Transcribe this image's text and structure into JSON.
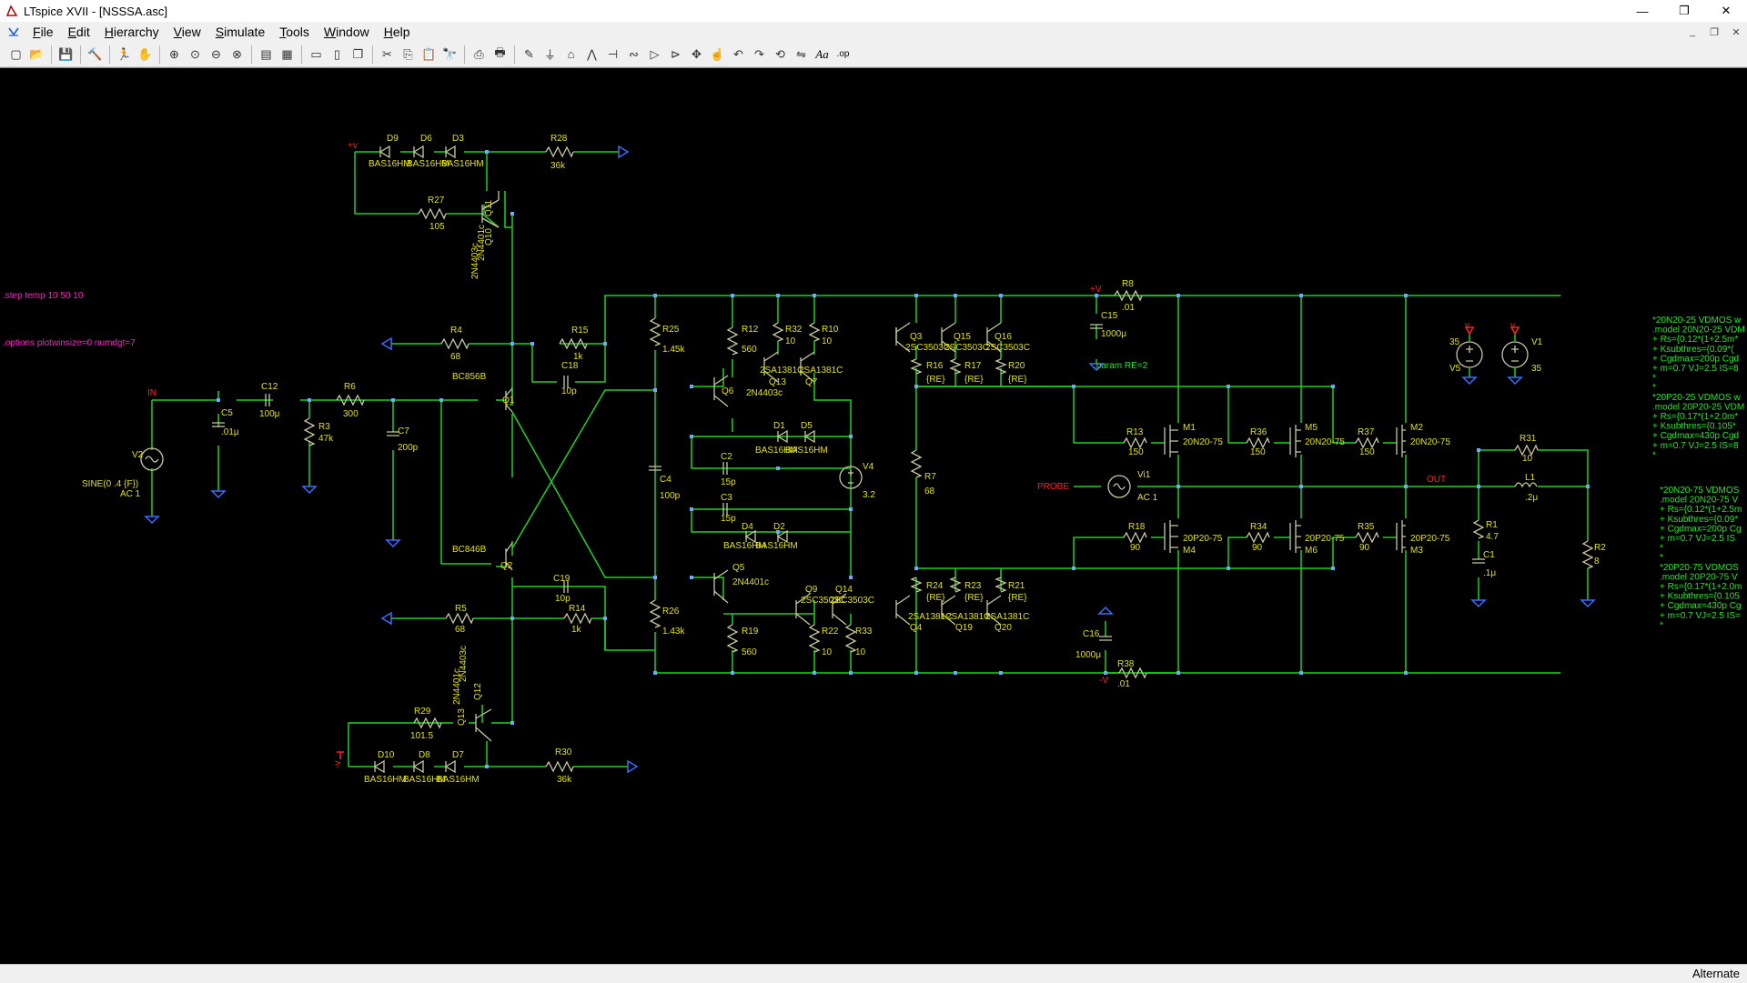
{
  "window": {
    "title": "LTspice XVII - [NSSSA.asc]",
    "minimize": "—",
    "maximize": "❐",
    "close": "✕",
    "mdi_min": "_",
    "mdi_restore": "❐",
    "mdi_close": "✕"
  },
  "menu": {
    "items": [
      {
        "label": "File",
        "u": "F"
      },
      {
        "label": "Edit",
        "u": "E"
      },
      {
        "label": "Hierarchy",
        "u": "H"
      },
      {
        "label": "View",
        "u": "V"
      },
      {
        "label": "Simulate",
        "u": "S"
      },
      {
        "label": "Tools",
        "u": "T"
      },
      {
        "label": "Window",
        "u": "W"
      },
      {
        "label": "Help",
        "u": "H"
      }
    ]
  },
  "toolbar": {
    "icons": [
      "new-icon",
      "open-icon",
      "|",
      "save-icon",
      "|",
      "control-panel-icon",
      "|",
      "run-icon",
      "halt-icon",
      "|",
      "zoom-in-icon",
      "zoom-full-icon",
      "zoom-out-icon",
      "zoom-fit-icon",
      "|",
      "autorange-icon",
      "fft-icon",
      "|",
      "tile-h-icon",
      "tile-v-icon",
      "cascade-icon",
      "|",
      "cut-icon",
      "copy-icon",
      "paste-icon",
      "find-icon",
      "|",
      "print-setup-icon",
      "print-icon",
      "|",
      "draw-wire-icon",
      "ground-icon",
      "label-net-icon",
      "resistor-icon",
      "capacitor-icon",
      "inductor-icon",
      "diode-icon",
      "component-icon",
      "move-icon",
      "drag-icon",
      "undo-icon",
      "redo-icon",
      "rotate-icon",
      "mirror-icon",
      "text-icon",
      "spice-directive-icon"
    ],
    "text_tool": "Aa",
    "directive_tool": ".op"
  },
  "schematic": {
    "directives": {
      "step": ".step temp 10 50 10",
      "options": ".options plotwinsize=0 numdgt=7",
      "param": ".param RE=2"
    },
    "model_text_1": [
      "*20N20-25 VDMOS w",
      ".model 20N20-25 VDM",
      "+ Rs={0.12*(1+2.5m*",
      "+ Ksubthres={0.09*(",
      "+ Cgdmax=200p Cgd",
      "+ m=0.7 VJ=2.5 IS=8",
      "*",
      "*",
      "*20P20-25 VDMOS w",
      ".model 20P20-25 VDM",
      "+ Rs={0.17*(1+2.0m*",
      "+ Ksubthres={0.105*",
      "+ Cgdmax=430p Cgd",
      "+ m=0.7 VJ=2.5 IS=8",
      "*"
    ],
    "model_text_2": [
      "*20N20-75 VDMOS",
      ".model 20N20-75 V",
      "+ Rs={0.12*(1+2.5m",
      "+ Ksubthres={0.09*",
      "+ Cgdmax=200p Cg",
      "+ m=0.7 VJ=2.5 IS",
      "*",
      "*",
      "*20P20-75 VDMOS",
      ".model 20P20-75 V",
      "+ Rs={0.17*(1+2.0m",
      "+ Ksubthres={0.105",
      "+ Cgdmax=430p Cg",
      "+ m=0.7 VJ=2.5 IS=",
      "*"
    ],
    "nets": {
      "in": "IN",
      "out": "OUT",
      "probe": "PROBE",
      "pv": "+v",
      "mv": "-v",
      "vs": "v",
      "pv2": "+V",
      "mv2": "-V"
    },
    "labels": {
      "D9": "D9",
      "D6": "D6",
      "D3": "D3",
      "bas": "BAS16HM",
      "R28": "R28",
      "R28v": "36k",
      "R27": "R27",
      "R27v": "105",
      "Q10": "Q10",
      "Q11": "Q11",
      "Q10m": "2N4403c",
      "Q11m": "2N4401c",
      "R4": "R4",
      "R4v": "68",
      "R15": "R15",
      "R15v": "1k",
      "C18": "C18",
      "C18v": "10p",
      "BC856B": "BC856B",
      "BC846B": "BC846B",
      "Q1": "Q1",
      "Q2": "Q2",
      "C12": "C12",
      "C12v": "100μ",
      "R6": "R6",
      "R6v": "300",
      "C5": "C5",
      "C5v": ".01μ",
      "R3": "R3",
      "R3v": "47k",
      "C7": "C7",
      "C7v": "200p",
      "V2": "V2",
      "V2v": "SINE(0 .4 {F})",
      "V2ac": "AC 1",
      "R5": "R5",
      "R5v": "68",
      "R14": "R14",
      "R14v": "1k",
      "C19": "C19",
      "C19v": "10p",
      "R29": "R29",
      "R29v": "101.5",
      "Q12": "Q12",
      "Q13": "Q13",
      "D10": "D10",
      "D8": "D8",
      "D7": "D7",
      "R30": "R30",
      "R30v": "36k",
      "R25": "R25",
      "R25v": "1.45k",
      "R12": "R12",
      "R12v": "560",
      "R32": "R32",
      "R32v": "10",
      "R10": "R10",
      "R10v": "10",
      "Q6": "Q6",
      "Q6m": "2N4403c",
      "Q7": "Q7",
      "Q13m": "2SA1381C",
      "D1": "D1",
      "D5": "D5",
      "C2": "C2",
      "C2v": "15p",
      "C4": "C4",
      "C4v": "100p",
      "C3": "C3",
      "C3v": "15p",
      "D4": "D4",
      "D2": "D2",
      "Q5": "Q5",
      "Q5m": "2N4401c",
      "Q9": "Q9",
      "Q14": "Q14",
      "Q9m": "2SC3503C",
      "R26": "R26",
      "R26v": "1.43k",
      "R19": "R19",
      "R19v": "560",
      "R22": "R22",
      "R22v": "10",
      "R33": "R33",
      "R33v": "10",
      "V4": "V4",
      "V4v": "3.2",
      "Q3": "Q3",
      "Q15": "Q15",
      "Q16": "Q16",
      "Qnm": "2SC3503C",
      "R16": "R16",
      "R17": "R17",
      "R20": "R20",
      "RE": "{RE}",
      "R7": "R7",
      "R7v": "68",
      "R24": "R24",
      "R23": "R23",
      "R21": "R21",
      "Q4": "Q4",
      "Q19": "Q19",
      "Q20": "Q20",
      "Qpm": "2SA1381C",
      "R8": "R8",
      "R8v": ".01",
      "C15": "C15",
      "C15v": "1000μ",
      "C16": "C16",
      "C16v": "1000μ",
      "R38": "R38",
      "R38v": ".01",
      "Vi1": "Vi1",
      "Vi1v": "AC 1",
      "R13": "R13",
      "R13v": "150",
      "M1": "M1",
      "M1v": "20N20-75",
      "R36": "R36",
      "R36v": "150",
      "M5": "M5",
      "M5v": "20N20-75",
      "R37": "R37",
      "R37v": "150",
      "M2": "M2",
      "M2v": "20N20-75",
      "R18": "R18",
      "R18v": "90",
      "M4": "M4",
      "M4v": "20P20-75",
      "R34": "R34",
      "R34v": "90",
      "M6": "M6",
      "M6v": "20P20-75",
      "R35": "R35",
      "R35v": "90",
      "M3": "M3",
      "M3v": "20P20-75",
      "R31": "R31",
      "R31v": "10",
      "L1": "L1",
      "L1v": ".2μ",
      "R1": "R1",
      "R1v": "4.7",
      "C1": "C1",
      "C1v": ".1μ",
      "R2": "R2",
      "R2v": "8",
      "V5": "V5",
      "V5v": "35",
      "V1": "V1",
      "V1v": "35"
    }
  },
  "status": {
    "mode": "Alternate"
  },
  "colors": {
    "wire": "#1fd21f",
    "canvas": "#000000",
    "component": "#c8c8a0",
    "label": "#e3e300",
    "directive": "#ff1ec8",
    "ground": "#3b6cff"
  }
}
